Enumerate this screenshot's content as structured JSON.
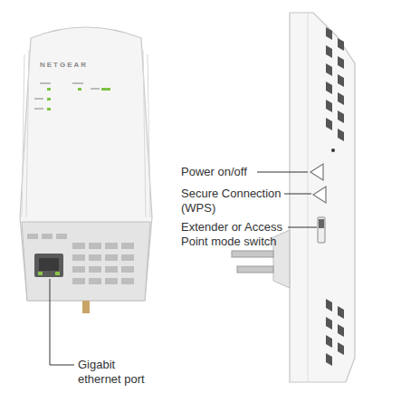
{
  "diagram": {
    "labels": [
      "NETGEAR",
      "Power on/off",
      "Secure Connection (WPS)",
      "Extender or Access Point mode switch",
      "Gigabit ethernet port"
    ]
  }
}
